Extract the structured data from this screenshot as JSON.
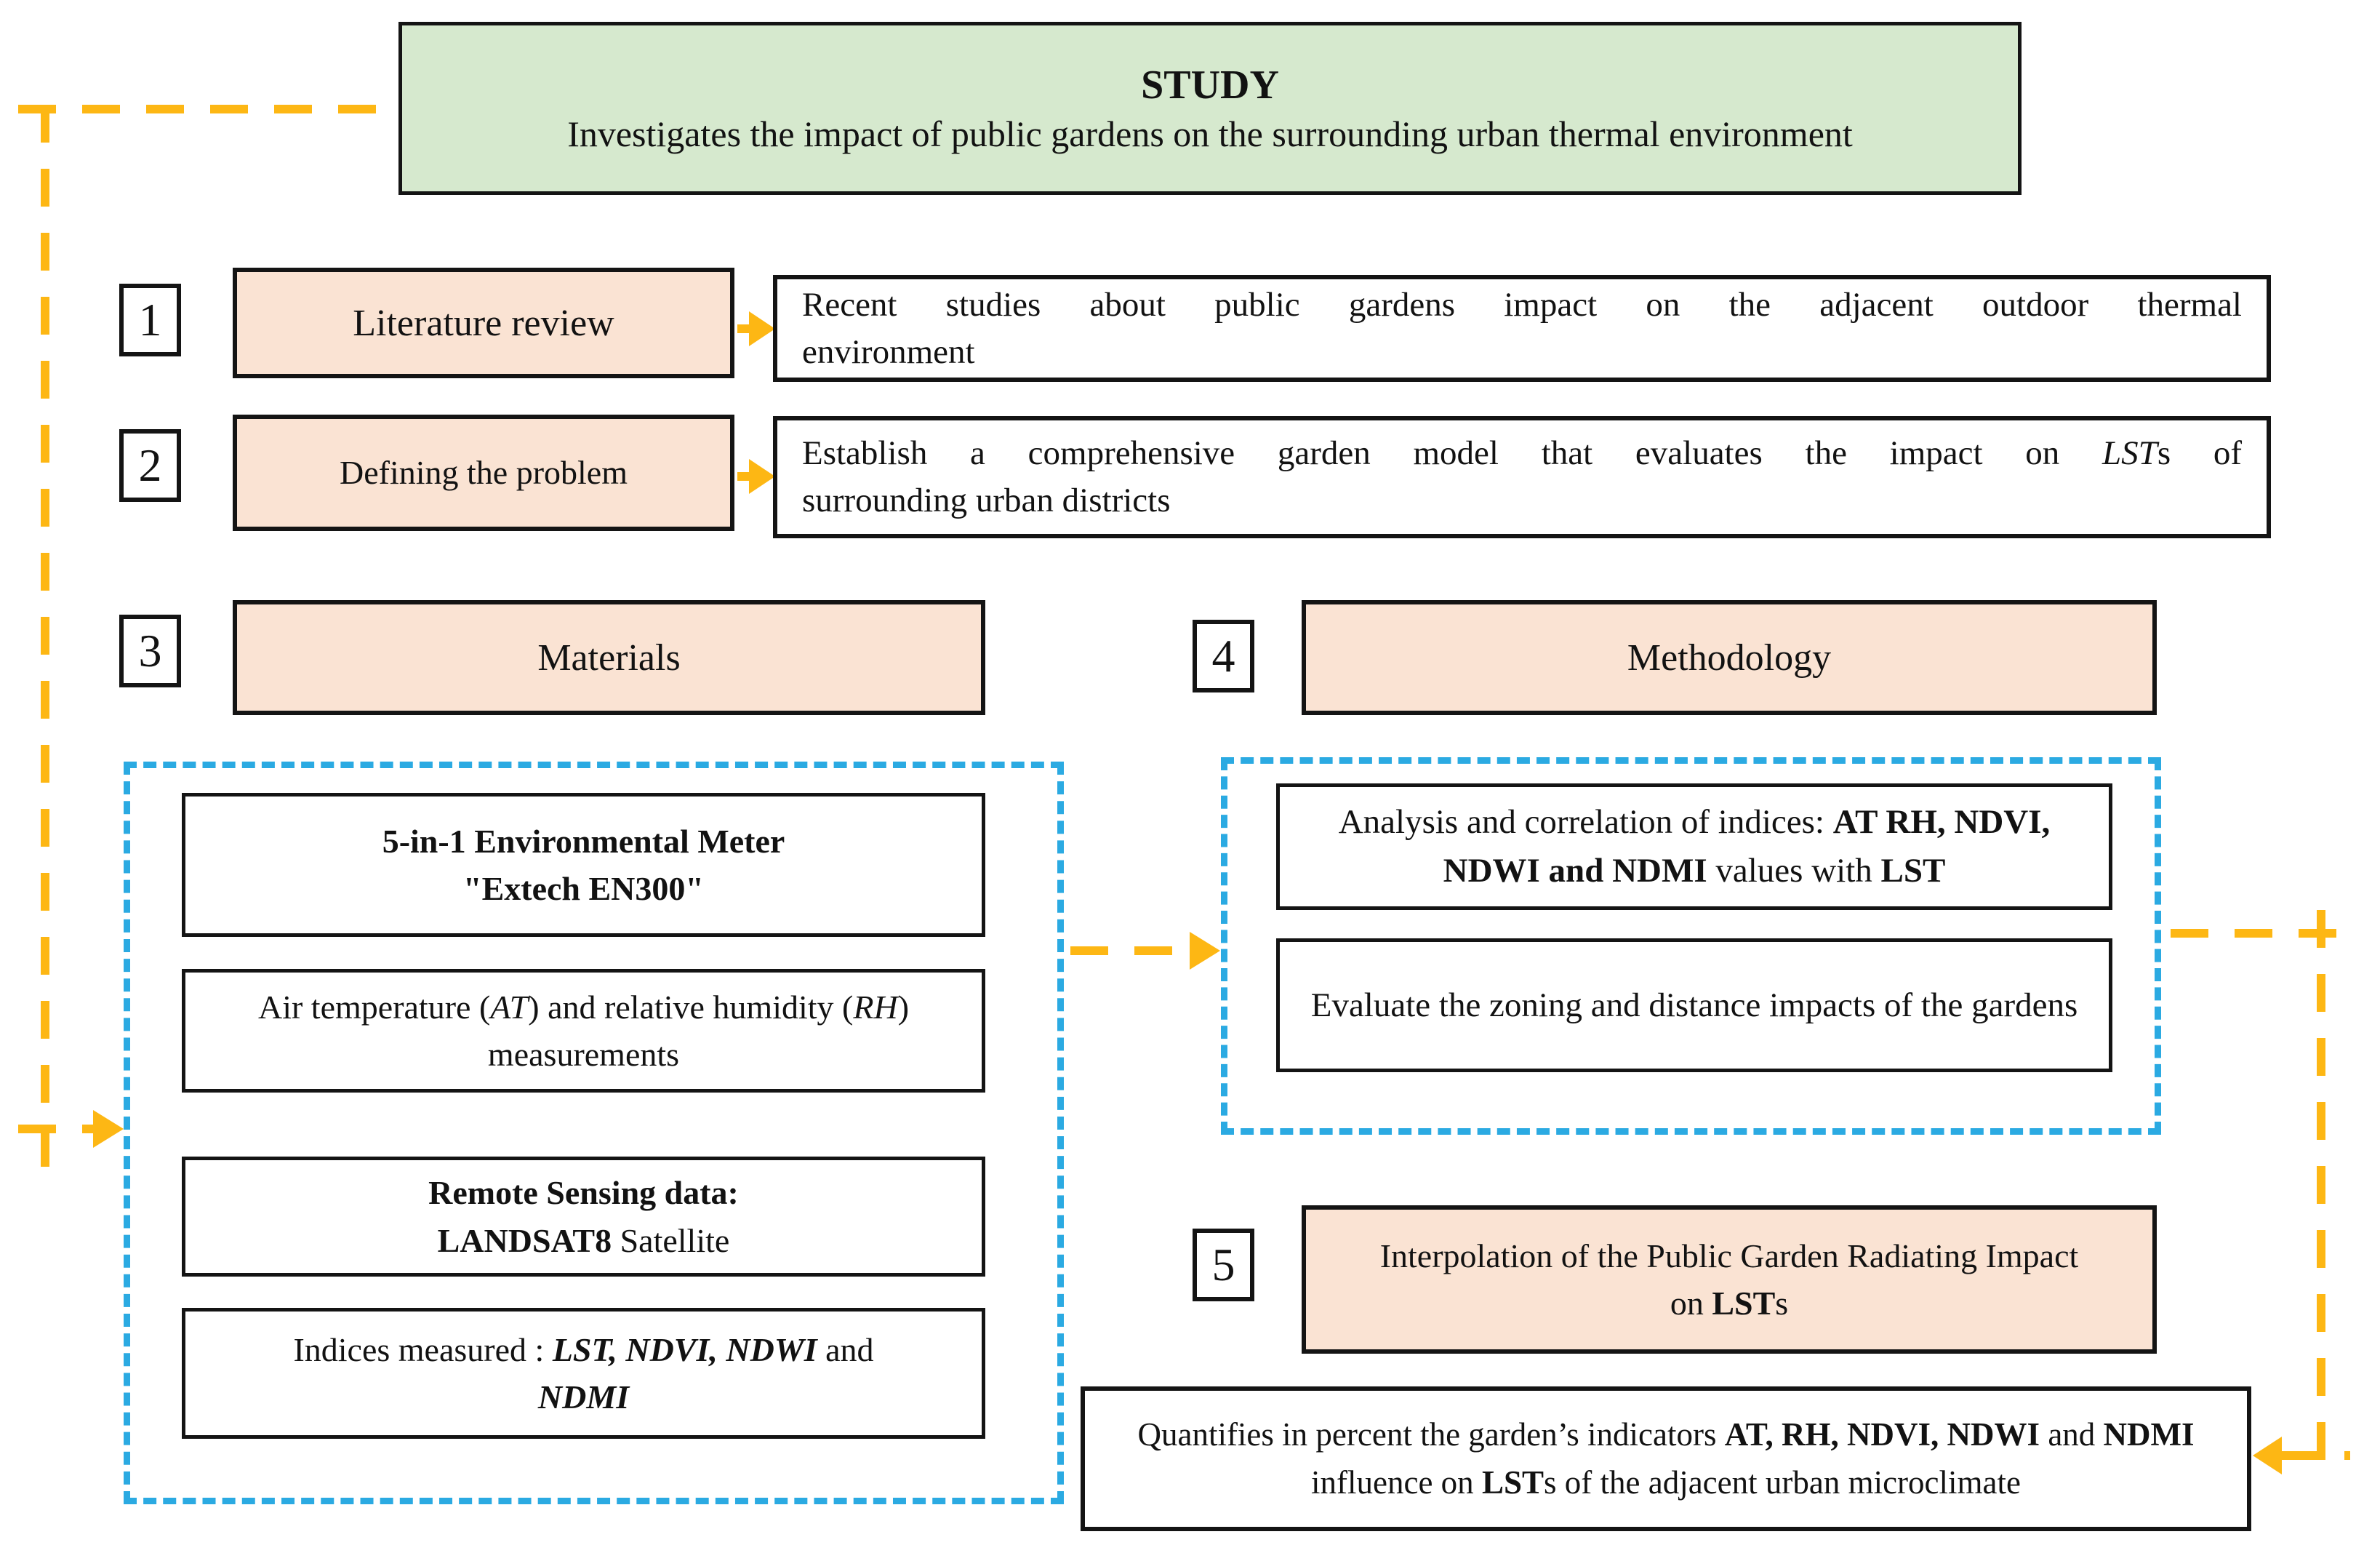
{
  "colors": {
    "accent_yellow": "#fdb714",
    "accent_blue": "#2baae2",
    "green_fill": "#d6e9ce",
    "peach_fill": "#fae3d3"
  },
  "study": {
    "title": "STUDY",
    "description": "Investigates the impact of public gardens on the surrounding urban thermal environment"
  },
  "step1": {
    "number": "1",
    "label": "Literature review",
    "detail_line1": "Recent studies about public gardens impact on the adjacent outdoor thermal",
    "detail_line2": "environment"
  },
  "step2": {
    "number": "2",
    "label": "Defining the problem",
    "detail_l1_pre": "Establish a comprehensive garden model that evaluates the impact on ",
    "detail_l1_italic": "LST",
    "detail_l1_post": "s of",
    "detail_l2": "surrounding urban districts"
  },
  "step3": {
    "number": "3",
    "label": "Materials"
  },
  "step4": {
    "number": "4",
    "label": "Methodology"
  },
  "step5": {
    "number": "5",
    "label_pre": "Interpolation of the Public Garden Radiating Impact on ",
    "label_bold": "LST",
    "label_post": "s"
  },
  "materials": {
    "meter_line1": "5-in-1 Environmental Meter",
    "meter_line2": "\"Extech EN300\"",
    "at_rh_pre": "Air temperature (",
    "at_rh_it1": "AT",
    "at_rh_mid": ") and relative humidity (",
    "at_rh_it2": "RH",
    "at_rh_post": ") measurements",
    "rs_line1": "Remote Sensing data:",
    "rs_bold": "LANDSAT8",
    "rs_rest": " Satellite",
    "indices_pre": "Indices measured : ",
    "indices_it1": "LST, NDVI, NDWI",
    "indices_mid": " and ",
    "indices_it2": "NDMI"
  },
  "methodology": {
    "analysis_pre": "Analysis and correlation of indices: ",
    "analysis_bold1": "AT RH, NDVI, NDWI and NDMI",
    "analysis_mid": " values with ",
    "analysis_bold2": "LST",
    "evaluate": "Evaluate the zoning and distance impacts of the gardens"
  },
  "outcome": {
    "pre": "Quantifies in percent the garden’s indicators ",
    "bold1": "AT, RH, NDVI, NDWI",
    "mid1": " and ",
    "bold2": "NDMI",
    "mid2": "  influence on ",
    "bold3": "LST",
    "post": "s of the adjacent urban microclimate"
  }
}
